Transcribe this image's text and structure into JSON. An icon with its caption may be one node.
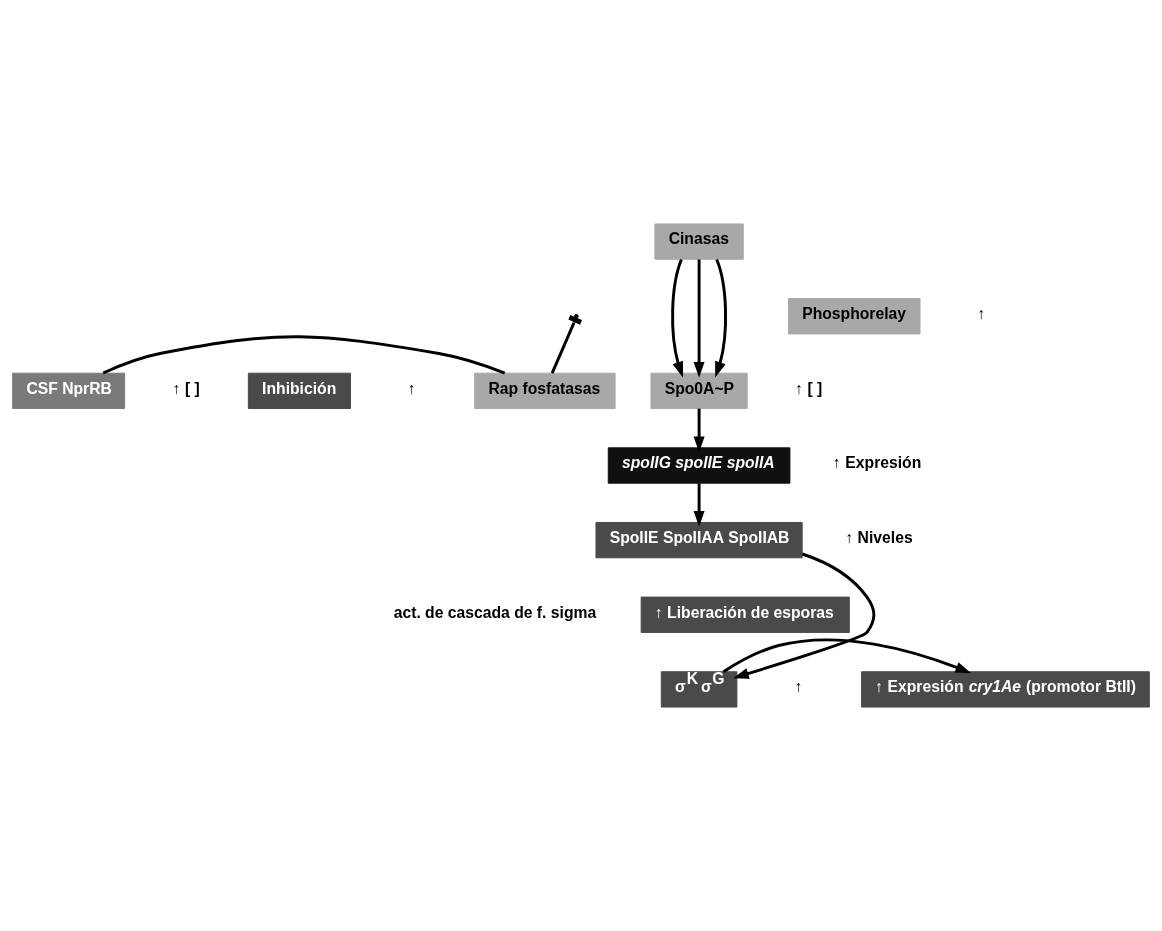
{
  "diagram": {
    "nodes": [
      {
        "text": [
          "Cinasas"
        ]
      },
      {
        "text": [
          "Phosphorelay"
        ],
        "beside": [
          "↑"
        ]
      },
      {
        "text": [
          "Spo0A~P"
        ],
        "beside": [
          "↑ [ ]"
        ]
      },
      {
        "text": [
          "spoIIG spoIIE spoIIA"
        ],
        "beside": [
          "↑ Expresión"
        ]
      },
      {
        "text": [
          "SpoIIE SpoIIAA SpoIIAB"
        ],
        "beside": [
          "↑ Niveles"
        ]
      },
      {
        "text": [
          "σ$^{K}$ σ$^{G}$"
        ],
        "beside": [
          "↑"
        ]
      },
      {
        "text": [
          "↑ Expresión *cry1Ae* (promotor BtII)"
        ]
      },
      {
        "text": [
          "↑ Liberación de esporas"
        ]
      },
      {
        "text": [
          "Rap fosfatasas"
        ]
      },
      {
        "text": [
          "Inhibición"
        ],
        "beside": [
          "↑"
        ]
      },
      {
        "text": [
          "CSF NprRB"
        ],
        "beside": [
          "↑ [ ]"
        ]
      }
    ],
    "edges": [
      {
        "from": 0,
        "to": 2,
        "arrow": "to"
      },
      {
        "from": 0,
        "to": 2,
        "arrow": "to"
      },
      {
        "from": 0,
        "to": 2,
        "arrow": "to"
      },
      {
        "from": 8,
        "to": null,
        "arrow": "other"
      },
      {
        "from": 10,
        "to": 8,
        "arrow": "none"
      },
      {
        "from": 2,
        "to": 3,
        "arrow": "to"
      },
      {
        "from": 3,
        "to": 4,
        "arrow": "to"
      },
      {
        "from": 4,
        "to": 5,
        "arrow": "to"
      },
      {
        "from": 5,
        "to": 6,
        "arrow": "to"
      }
    ],
    "labels": [
      "act. de cascada de f. sigma"
    ]
  }
}
